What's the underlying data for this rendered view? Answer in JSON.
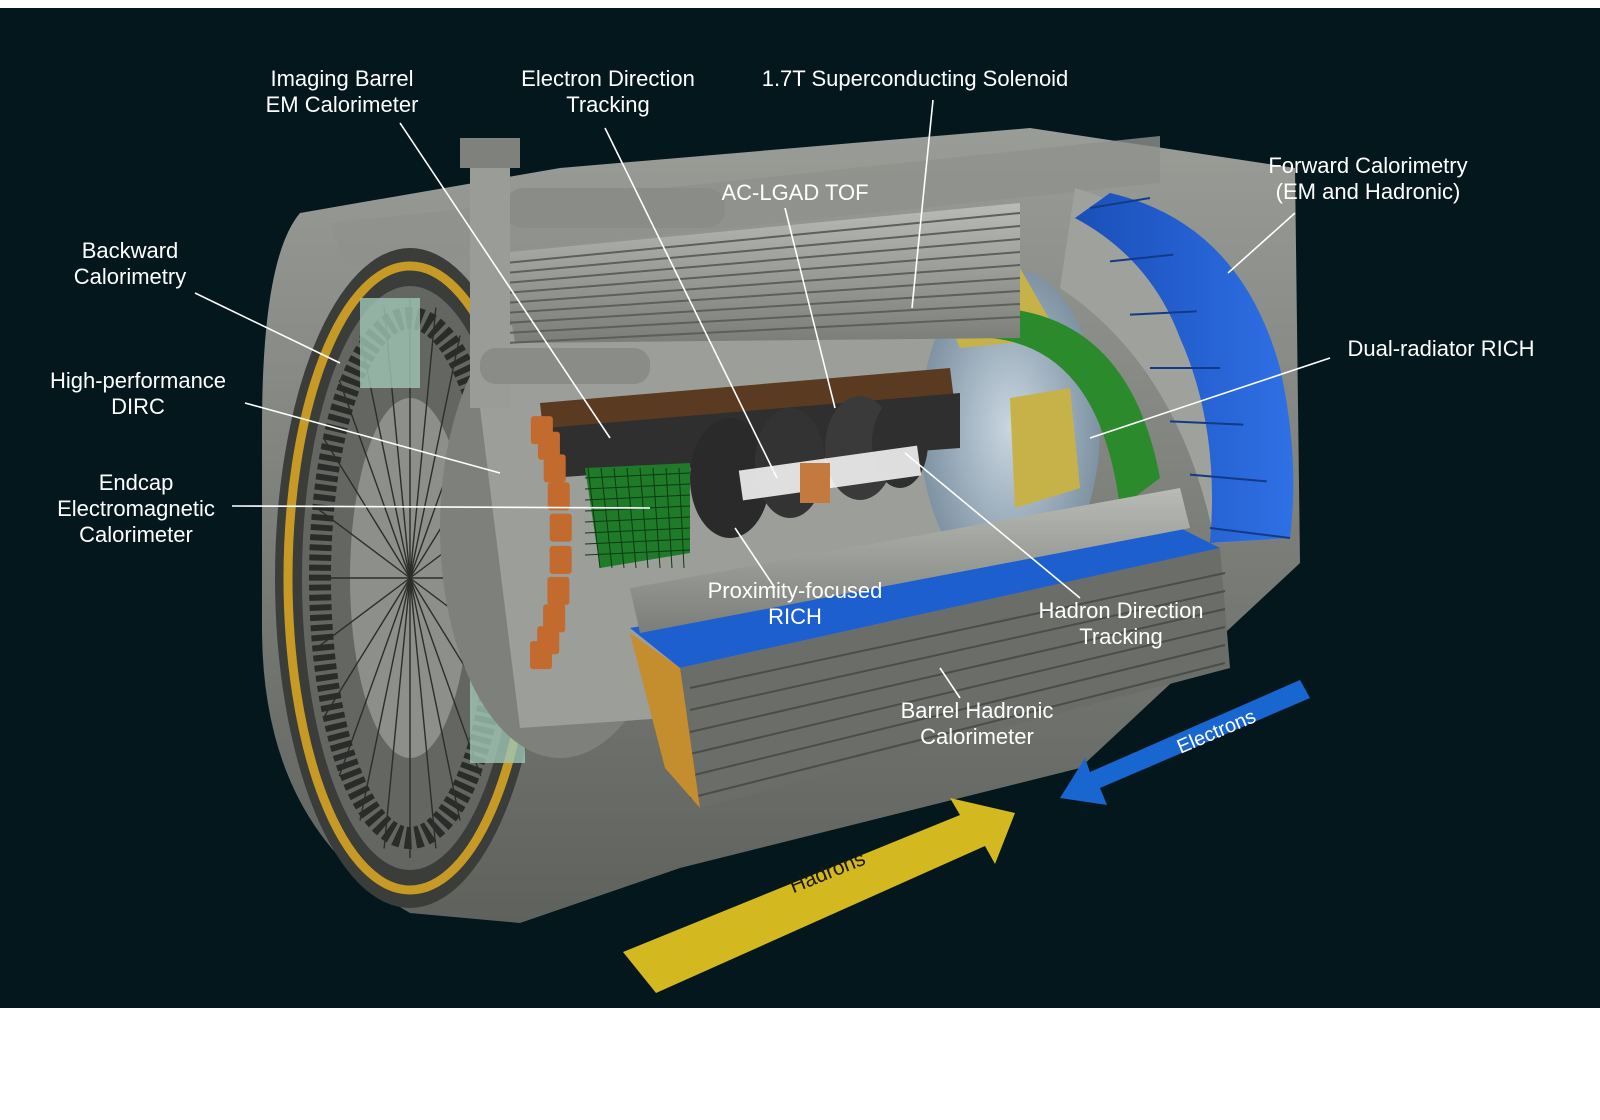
{
  "labels": {
    "imaging_barrel": [
      "Imaging Barrel",
      "EM Calorimeter"
    ],
    "electron_tracking": [
      "Electron Direction",
      "Tracking"
    ],
    "solenoid": [
      "1.7T Superconducting Solenoid"
    ],
    "ac_lgad": [
      "AC-LGAD TOF"
    ],
    "forward_cal": [
      "Forward Calorimetry",
      "(EM and Hadronic)"
    ],
    "backward_cal": [
      "Backward",
      "Calorimetry"
    ],
    "dirc": [
      "High-performance",
      "DIRC"
    ],
    "dual_rich": [
      "Dual-radiator RICH"
    ],
    "endcap_em": [
      "Endcap",
      "Electromagnetic",
      "Calorimeter"
    ],
    "prox_rich": [
      "Proximity-focused",
      "RICH"
    ],
    "hadron_tracking": [
      "Hadron Direction",
      "Tracking"
    ],
    "barrel_hadronic": [
      "Barrel Hadronic",
      "Calorimeter"
    ]
  },
  "beams": {
    "hadrons": "Hadrons",
    "electrons": "Electrons"
  },
  "colors": {
    "background": "#03171d",
    "hadron_arrow": "#d4b81f",
    "electron_arrow": "#1866d0",
    "forward_blue": "#1f5fd6",
    "steel": "#8a8c88"
  }
}
